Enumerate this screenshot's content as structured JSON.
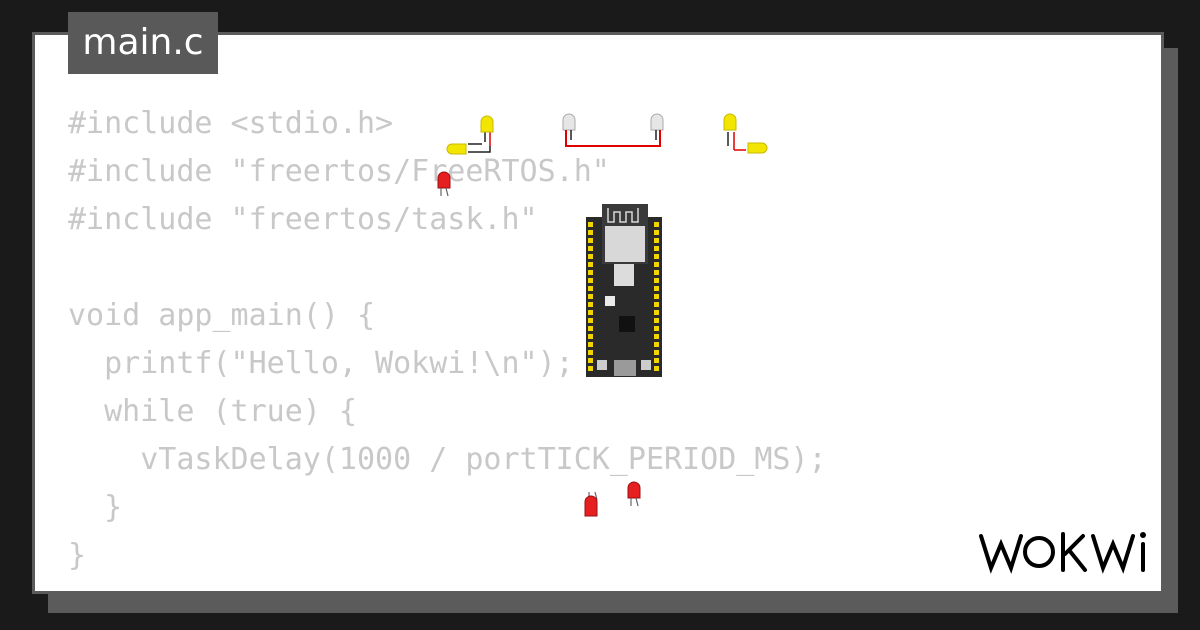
{
  "editor": {
    "tab_label": "main.c",
    "code_lines": [
      "#include <stdio.h>",
      "#include \"freertos/FreeRTOS.h\"",
      "#include \"freertos/task.h\"",
      "",
      "void app_main() {",
      "  printf(\"Hello, Wokwi!\\n\");",
      "  while (true) {",
      "    vTaskDelay(1000 / portTICK_PERIOD_MS);",
      "  }",
      "}"
    ]
  },
  "brand": {
    "logo_text": "WOKWi"
  },
  "colors": {
    "background": "#1a1a1a",
    "card": "#ffffff",
    "tab": "#595959",
    "code_text": "#c8c8c8",
    "led_yellow": "#f2e600",
    "led_red": "#e62020",
    "led_white": "#e6e6e6",
    "wire": "#e00000"
  }
}
